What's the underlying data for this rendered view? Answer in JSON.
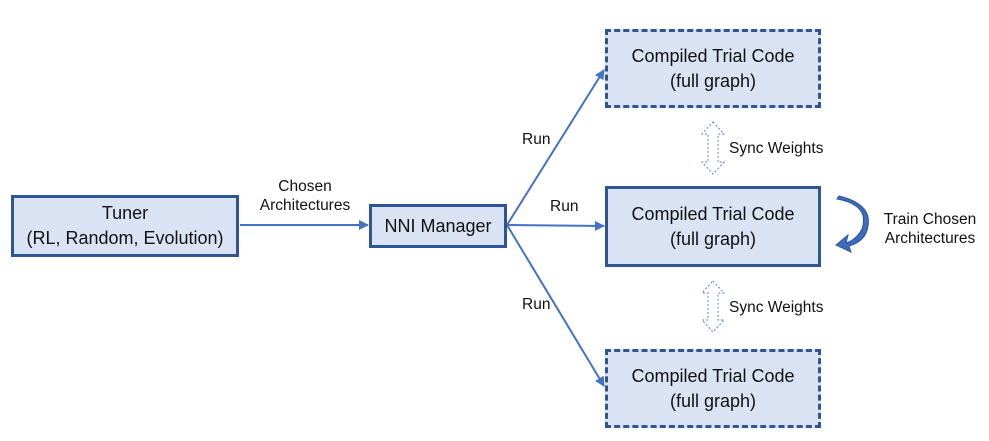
{
  "tuner": {
    "title": "Tuner",
    "subtitle": "(RL, Random, Evolution)"
  },
  "edge_tuner_manager": {
    "line1": "Chosen",
    "line2": "Architectures"
  },
  "manager": {
    "title": "NNI Manager"
  },
  "run_labels": {
    "top": "Run",
    "middle": "Run",
    "bottom": "Run"
  },
  "trials": [
    {
      "line1": "Compiled Trial Code",
      "line2": "(full graph)",
      "style": "dashed"
    },
    {
      "line1": "Compiled Trial Code",
      "line2": "(full graph)",
      "style": "solid"
    },
    {
      "line1": "Compiled Trial Code",
      "line2": "(full graph)",
      "style": "dashed"
    }
  ],
  "sync": {
    "upper": "Sync Weights",
    "lower": "Sync Weights"
  },
  "train_note": {
    "line1": "Train Chosen",
    "line2": "Architectures"
  },
  "colors": {
    "box_fill": "#dae3f3",
    "box_border": "#2f5597",
    "arrow": "#4472c4"
  }
}
